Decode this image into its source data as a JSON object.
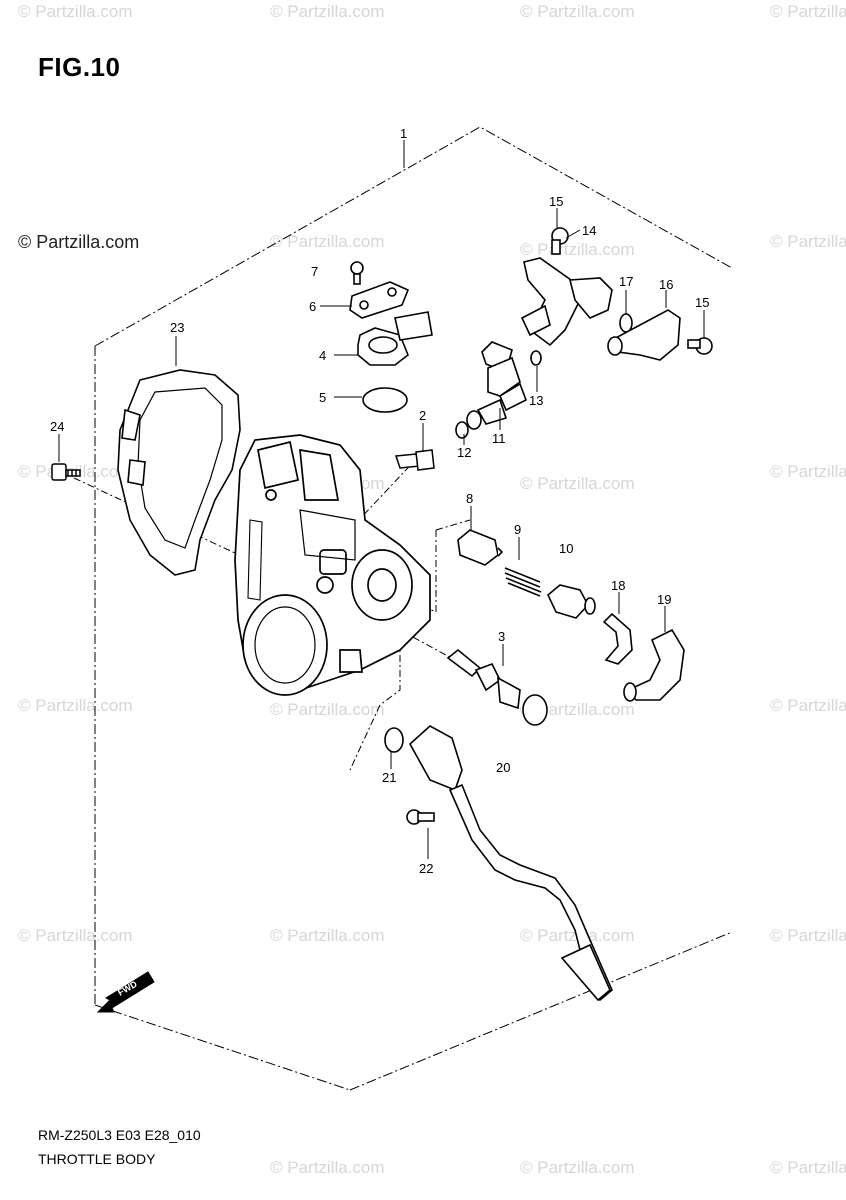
{
  "figure": {
    "title": "FIG.10",
    "copyright": "© Partzilla.com",
    "footer_code": "RM-Z250L3 E03 E28_010",
    "footer_name": "THROTTLE BODY"
  },
  "watermark_text": "© Partzilla.com",
  "forward_marker": "FWD",
  "callouts": [
    "1",
    "2",
    "3",
    "4",
    "5",
    "6",
    "7",
    "8",
    "9",
    "10",
    "11",
    "12",
    "13",
    "14",
    "15",
    "15",
    "16",
    "17",
    "18",
    "19",
    "20",
    "21",
    "22",
    "23",
    "24"
  ]
}
